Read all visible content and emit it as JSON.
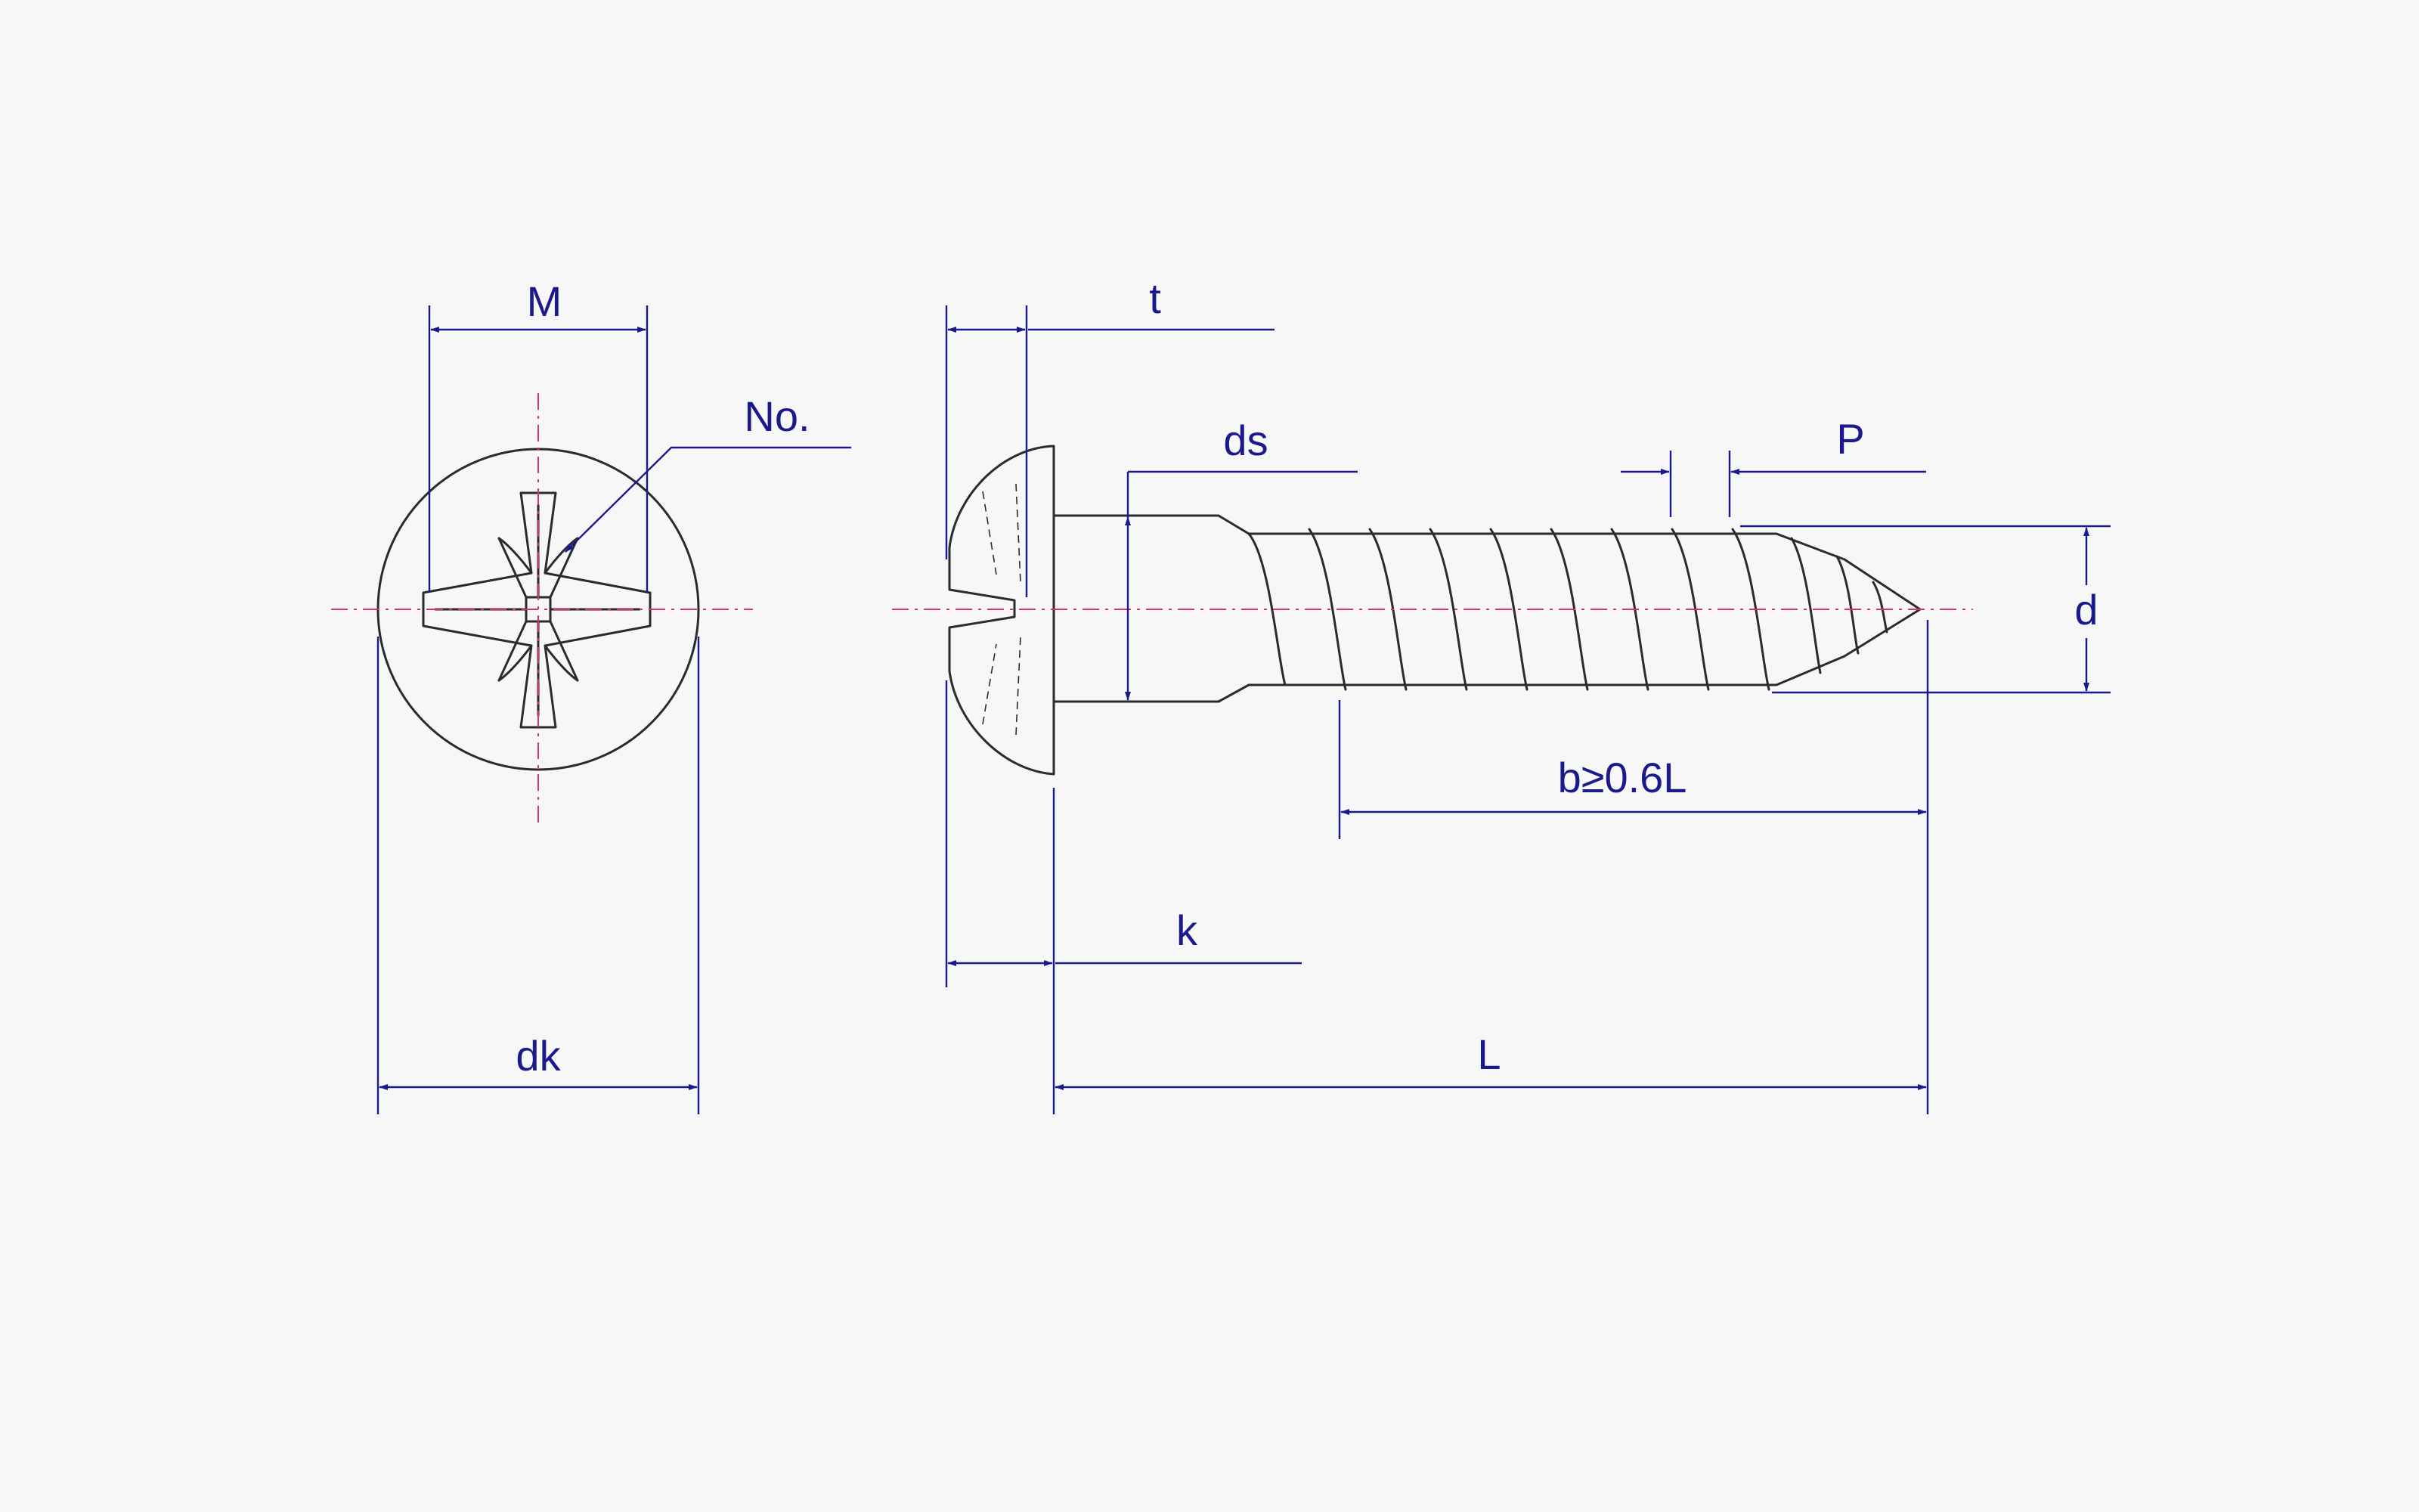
{
  "labels": {
    "M": "M",
    "No": "No.",
    "dk": "dk",
    "t": "t",
    "ds": "ds",
    "P": "P",
    "d": "d",
    "b": "b≥0.6L",
    "k": "k",
    "L": "L"
  },
  "colors": {
    "dimension": "#1a1a8c",
    "center_line": "#d6336c",
    "part_outline": "#2a2a30",
    "background": "#f7f7f8"
  }
}
